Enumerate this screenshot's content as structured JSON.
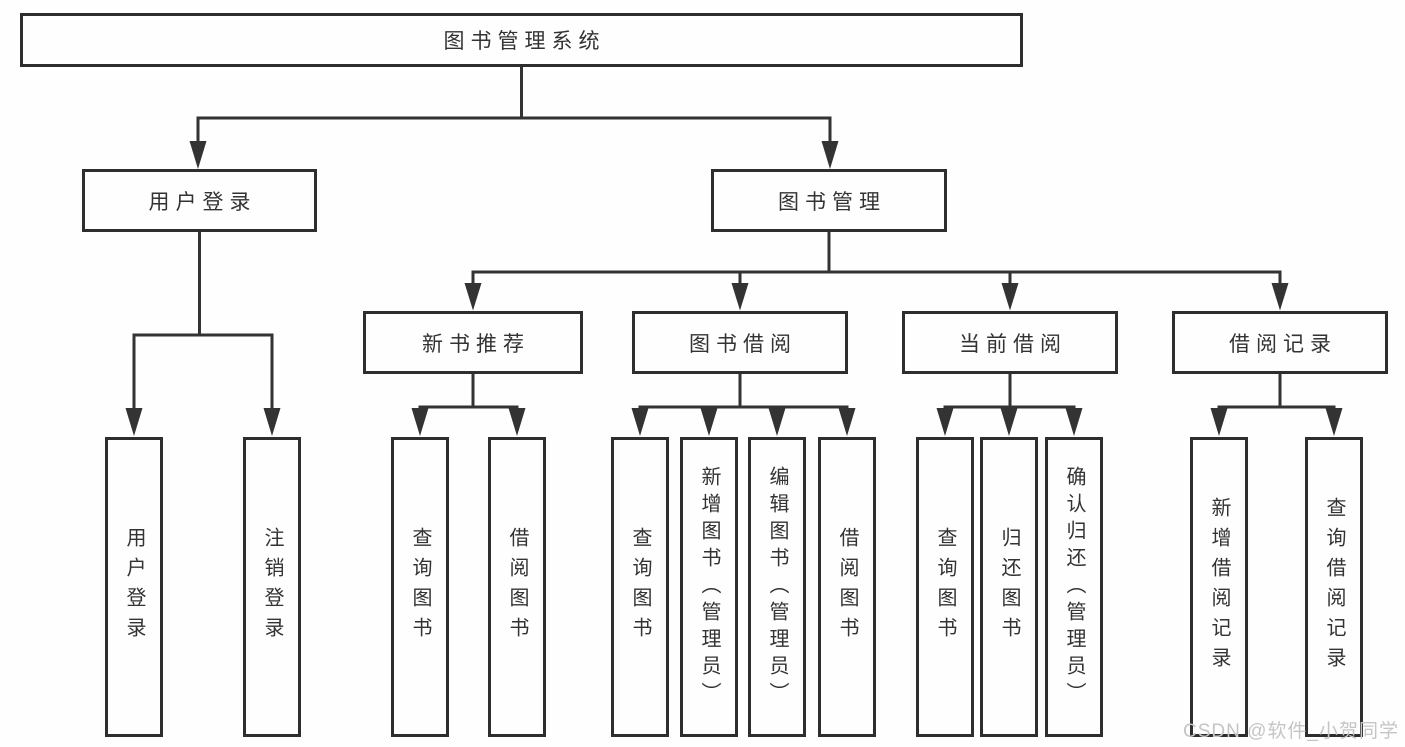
{
  "diagram_data": {
    "type": "hierarchy-tree",
    "root": {
      "label": "图书管理系统",
      "children": [
        {
          "label": "用户登录",
          "children": [
            {
              "label": "用户登录"
            },
            {
              "label": "注销登录"
            }
          ]
        },
        {
          "label": "图书管理",
          "children": [
            {
              "label": "新书推荐",
              "children": [
                {
                  "label": "查询图书"
                },
                {
                  "label": "借阅图书"
                }
              ]
            },
            {
              "label": "图书借阅",
              "children": [
                {
                  "label": "查询图书"
                },
                {
                  "label": "新增图书（管理员）"
                },
                {
                  "label": "编辑图书（管理员）"
                },
                {
                  "label": "借阅图书"
                }
              ]
            },
            {
              "label": "当前借阅",
              "children": [
                {
                  "label": "查询图书"
                },
                {
                  "label": "归还图书"
                },
                {
                  "label": "确认归还（管理员）"
                }
              ]
            },
            {
              "label": "借阅记录",
              "children": [
                {
                  "label": "新增借阅记录"
                },
                {
                  "label": "查询借阅记录"
                }
              ]
            }
          ]
        }
      ]
    }
  },
  "watermark": {
    "text": "CSDN @软件_小贺同学"
  },
  "colors": {
    "line": "#333333",
    "box_border": "#2e2e2e",
    "text": "#333333",
    "watermark": "#c5c5c5",
    "background": "#fefefe"
  }
}
